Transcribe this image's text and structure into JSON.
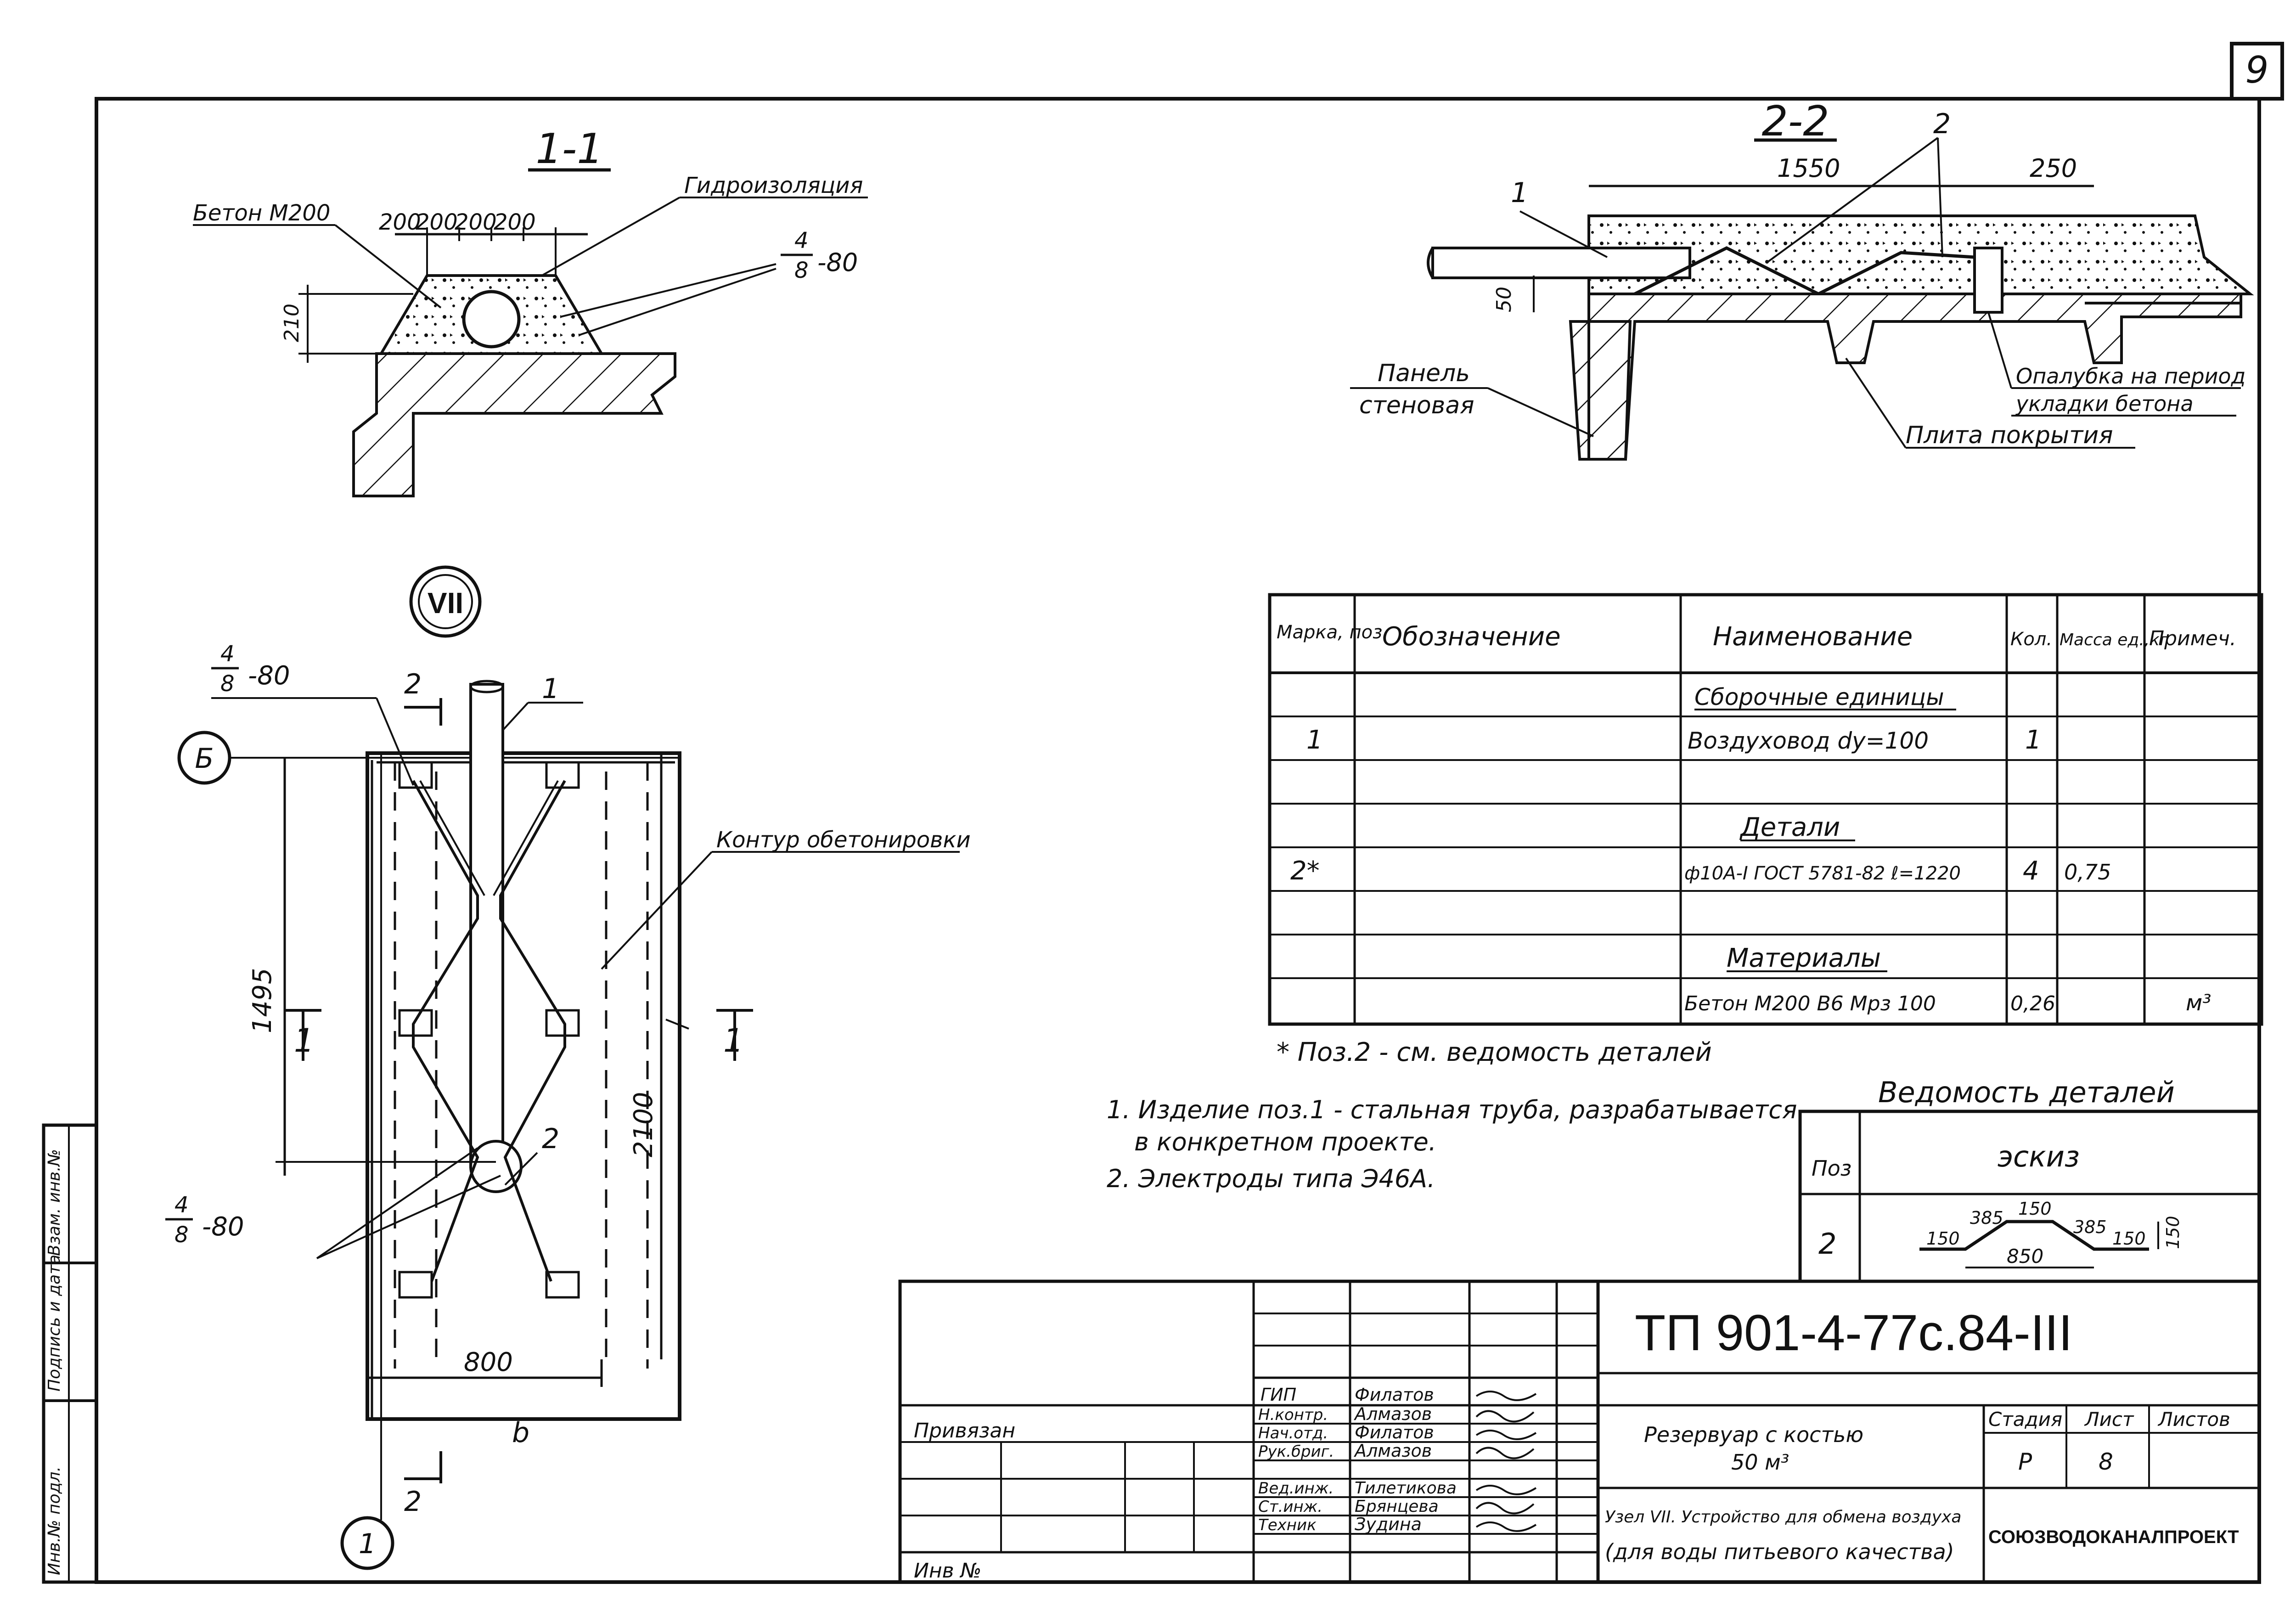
{
  "sheet_number": "9",
  "section_1_1": {
    "title": "1-1",
    "concrete_label": "Бетон М200",
    "waterproof_label": "Гидроизоляция",
    "dims": [
      "200",
      "200",
      "200",
      "200"
    ],
    "height_dim": "210",
    "rebar_label": {
      "num": "4",
      "den": "8",
      "suffix": "-80"
    }
  },
  "section_2_2": {
    "title": "2-2",
    "dim_1550": "1550",
    "dim_250": "250",
    "dim_50": "50",
    "callout_1": "1",
    "callout_2": "2",
    "panel_label_1": "Панель",
    "panel_label_2": "стеновая",
    "formwork_label_1": "Опалубка на период",
    "formwork_label_2": "укладки бетона",
    "slab_label": "Плита покрытия"
  },
  "node_plan": {
    "node_mark": "VII",
    "axis_b": "Б",
    "axis_1": "1",
    "callout_1": "1",
    "callout_2": "2",
    "section_marks": [
      "2",
      "2",
      "1",
      "1"
    ],
    "rebar_label_top": {
      "num": "4",
      "den": "8",
      "suffix": "-80"
    },
    "rebar_label_bottom": {
      "num": "4",
      "den": "8",
      "suffix": "-80"
    },
    "contour_label": "Контур обетонировки",
    "dim_1495": "1495",
    "dim_2100": "2100",
    "dim_800": "800",
    "dim_b": "b"
  },
  "spec_table": {
    "headers": [
      "Марка, поз.",
      "Обозначение",
      "Наименование",
      "Кол.",
      "Масса ед.,кг",
      "Примеч."
    ],
    "rows": [
      {
        "pos": "",
        "designation": "",
        "name": "Сборочные единицы",
        "qty": "",
        "mass": "",
        "note": "",
        "underline": true
      },
      {
        "pos": "1",
        "designation": "",
        "name": "Воздуховод dу=100",
        "qty": "1",
        "mass": "",
        "note": ""
      },
      {
        "pos": "",
        "designation": "",
        "name": "",
        "qty": "",
        "mass": "",
        "note": ""
      },
      {
        "pos": "",
        "designation": "",
        "name": "Детали",
        "qty": "",
        "mass": "",
        "note": "",
        "underline": true
      },
      {
        "pos": "2*",
        "designation": "",
        "name": "ф10А-I ГОСТ 5781-82 ℓ=1220",
        "qty": "4",
        "mass": "0,75",
        "note": ""
      },
      {
        "pos": "",
        "designation": "",
        "name": "",
        "qty": "",
        "mass": "",
        "note": ""
      },
      {
        "pos": "",
        "designation": "",
        "name": "Материалы",
        "qty": "",
        "mass": "",
        "note": "",
        "underline": true
      },
      {
        "pos": "",
        "designation": "",
        "name": "Бетон М200 В6 Мрз 100",
        "qty": "0,26",
        "mass": "",
        "note": "м³"
      }
    ],
    "footnote": "* Поз.2 - см. ведомость деталей"
  },
  "notes": [
    "1. Изделие поз.1 - стальная труба, разрабатывается",
    "в конкретном проекте.",
    "2. Электроды типа Э46А."
  ],
  "details_list": {
    "title": "Ведомость деталей",
    "col_pos": "Поз",
    "col_sketch": "эскиз",
    "row_pos": "2",
    "sketch_dims": [
      "150",
      "385",
      "150",
      "385",
      "150",
      "150",
      "850"
    ]
  },
  "title_block": {
    "code": "ТП 901-4-77с.84-III",
    "staff": [
      {
        "role": "ГИП",
        "name": "Филатов"
      },
      {
        "role": "Н.контр.",
        "name": "Алмазов"
      },
      {
        "role": "Нач.отд.",
        "name": "Филатов"
      },
      {
        "role": "Рук.бриг.",
        "name": "Алмазов"
      },
      {
        "role": "Вед.инж.",
        "name": "Тилетикова"
      },
      {
        "role": "Ст.инж.",
        "name": "Брянцева"
      },
      {
        "role": "Техник",
        "name": "Зудина"
      }
    ],
    "project_name_1": "Резервуар с костью",
    "project_name_2": "50 м³",
    "sheet_title_1": "Узел VII. Устройство для обмена воздуха",
    "sheet_title_2": "(для воды питьевого качества)",
    "stage_label": "Стадия",
    "sheet_label": "Лист",
    "sheets_label": "Листов",
    "stage_value": "Р",
    "sheet_value": "8",
    "organization": "СОЮЗВОДОКАНАЛПРОЕКТ",
    "attached_label": "Привязан",
    "inv_label": "Инв №"
  },
  "side_stamp": [
    "Инв.№ подл.",
    "Подпись и дата",
    "Взам. инв.№"
  ]
}
